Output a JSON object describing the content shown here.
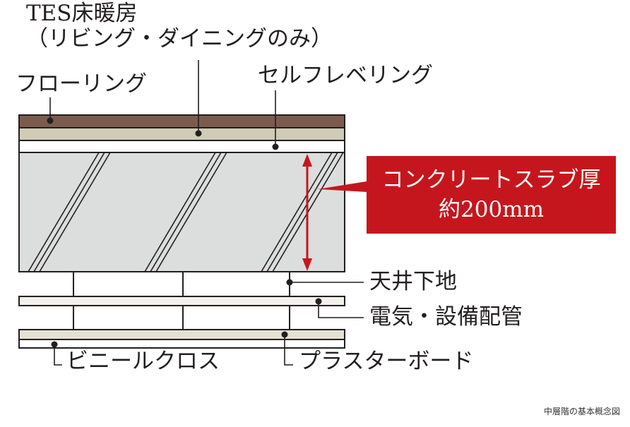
{
  "labels": {
    "tes_title": "TES床暖房",
    "tes_note": "（リビング・ダイニングのみ）",
    "flooring": "フローリング",
    "self_leveling": "セルフレベリング",
    "ceiling_base": "天井下地",
    "piping": "電気・設備配管",
    "vinyl_cloth": "ビニールクロス",
    "plasterboard": "プラスターボード"
  },
  "callout": {
    "line1": "コンクリートスラブ厚",
    "line2": "約200mm"
  },
  "caption": "中層階の基本概念図",
  "colors": {
    "flooring": "#7c5b4f",
    "floor_heating": "#cfcbb6",
    "slab": "#dcdedd",
    "callout_red": "#c6161d",
    "line": "#231f20",
    "panel_fill": "#f2f1ec"
  }
}
